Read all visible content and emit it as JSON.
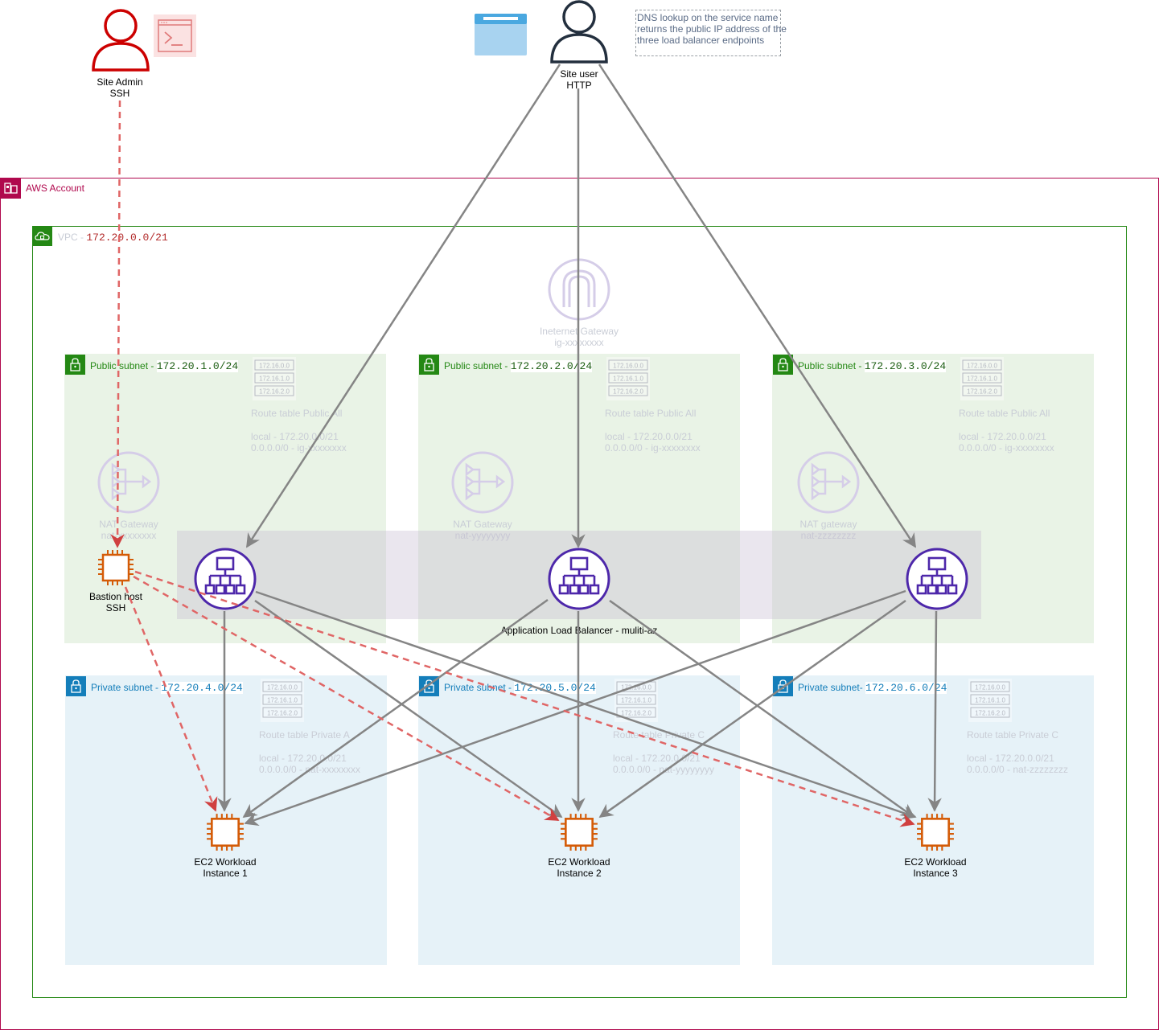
{
  "colors": {
    "aws_account": "#b0084d",
    "vpc": "#248814",
    "public_subnet_fill": "#e9f3e6",
    "private_subnet_fill": "#e6f2f8",
    "public_label": "#248814",
    "private_label": "#147eba",
    "alb": "#4d27aa",
    "ec2": "#d45b07",
    "arrow_gray": "#858585",
    "arrow_red": "#e06666",
    "faded": "#c9cdd6",
    "user": "#232f3e",
    "admin": "#cc0000"
  },
  "site_admin": {
    "label_line1": "Site Admin",
    "label_line2": "SSH",
    "icon": "user-icon"
  },
  "terminal": {
    "icon": "terminal-icon"
  },
  "browser": {
    "icon": "browser-window-icon"
  },
  "site_user": {
    "label_line1": "Site user",
    "label_line2": "HTTP",
    "icon": "user-icon"
  },
  "dns_note": {
    "line1": "DNS lookup on the service name",
    "line2": "returns the public IP address of the",
    "line3": "three load balancer endpoints"
  },
  "aws_account": {
    "label": "AWS Account"
  },
  "vpc": {
    "label_prefix": "VPC - ",
    "cidr": "172.20.0.0/21"
  },
  "internet_gateway": {
    "label_line1": "Ineternet Gateway",
    "label_line2": "ig-xxxxxxxx"
  },
  "route_icon_rows": [
    "172.16.0.0",
    "172.16.1.0",
    "172.16.2.0"
  ],
  "public_subnets": [
    {
      "label_prefix": "Public subnet - ",
      "cidr": "172.20.1.0/24",
      "route_title": "Route table Public All",
      "route_line1": "local - 172.20.0.0/21",
      "route_line2": "0.0.0.0/0 - ig-xxxxxxxx",
      "nat_line1": "NAT Gateway",
      "nat_line2": "nat-xxxxxxxx"
    },
    {
      "label_prefix": "Public subnet - ",
      "cidr": "172.20.2.0/24",
      "route_title": "Route table Public All",
      "route_line1": "local - 172.20.0.0/21",
      "route_line2": "0.0.0.0/0 - ig-xxxxxxxx",
      "nat_line1": "NAT Gateway",
      "nat_line2": "nat-yyyyyyyy"
    },
    {
      "label_prefix": "Public subnet - ",
      "cidr": "172.20.3.0/24",
      "route_title": "Route table Public All",
      "route_line1": "local - 172.20.0.0/21",
      "route_line2": "0.0.0.0/0 - ig-xxxxxxxx",
      "nat_line1": "NAT gateway",
      "nat_line2": "nat-zzzzzzzz"
    }
  ],
  "private_subnets": [
    {
      "label_prefix": "Private subnet - ",
      "cidr": "172.20.4.0/24",
      "route_title": "Route table Private A",
      "route_line1": "local - 172.20.0.0/21",
      "route_line2": "0.0.0.0/0 - nat-xxxxxxxx",
      "ec2_line1": "EC2 Workload",
      "ec2_line2": "Instance 1"
    },
    {
      "label_prefix": "Private subnet - ",
      "cidr": "172.20.5.0/24",
      "route_title": "Route table Private C",
      "route_line1": "local - 172.20.0.0/21",
      "route_line2": "0.0.0.0/0 - nat-yyyyyyyy",
      "ec2_line1": "EC2 Workload",
      "ec2_line2": "Instance 2"
    },
    {
      "label_prefix": "Private subnet- ",
      "cidr": "172.20.6.0/24",
      "route_title": "Route table Private C",
      "route_line1": "local - 172.20.0.0/21",
      "route_line2": "0.0.0.0/0 - nat-zzzzzzzz",
      "ec2_line1": "EC2 Workload",
      "ec2_line2": "Instance 3"
    }
  ],
  "bastion": {
    "label_line1": "Bastion host",
    "label_line2": "SSH"
  },
  "alb": {
    "label": "Application Load Balancer - muliti-az"
  }
}
